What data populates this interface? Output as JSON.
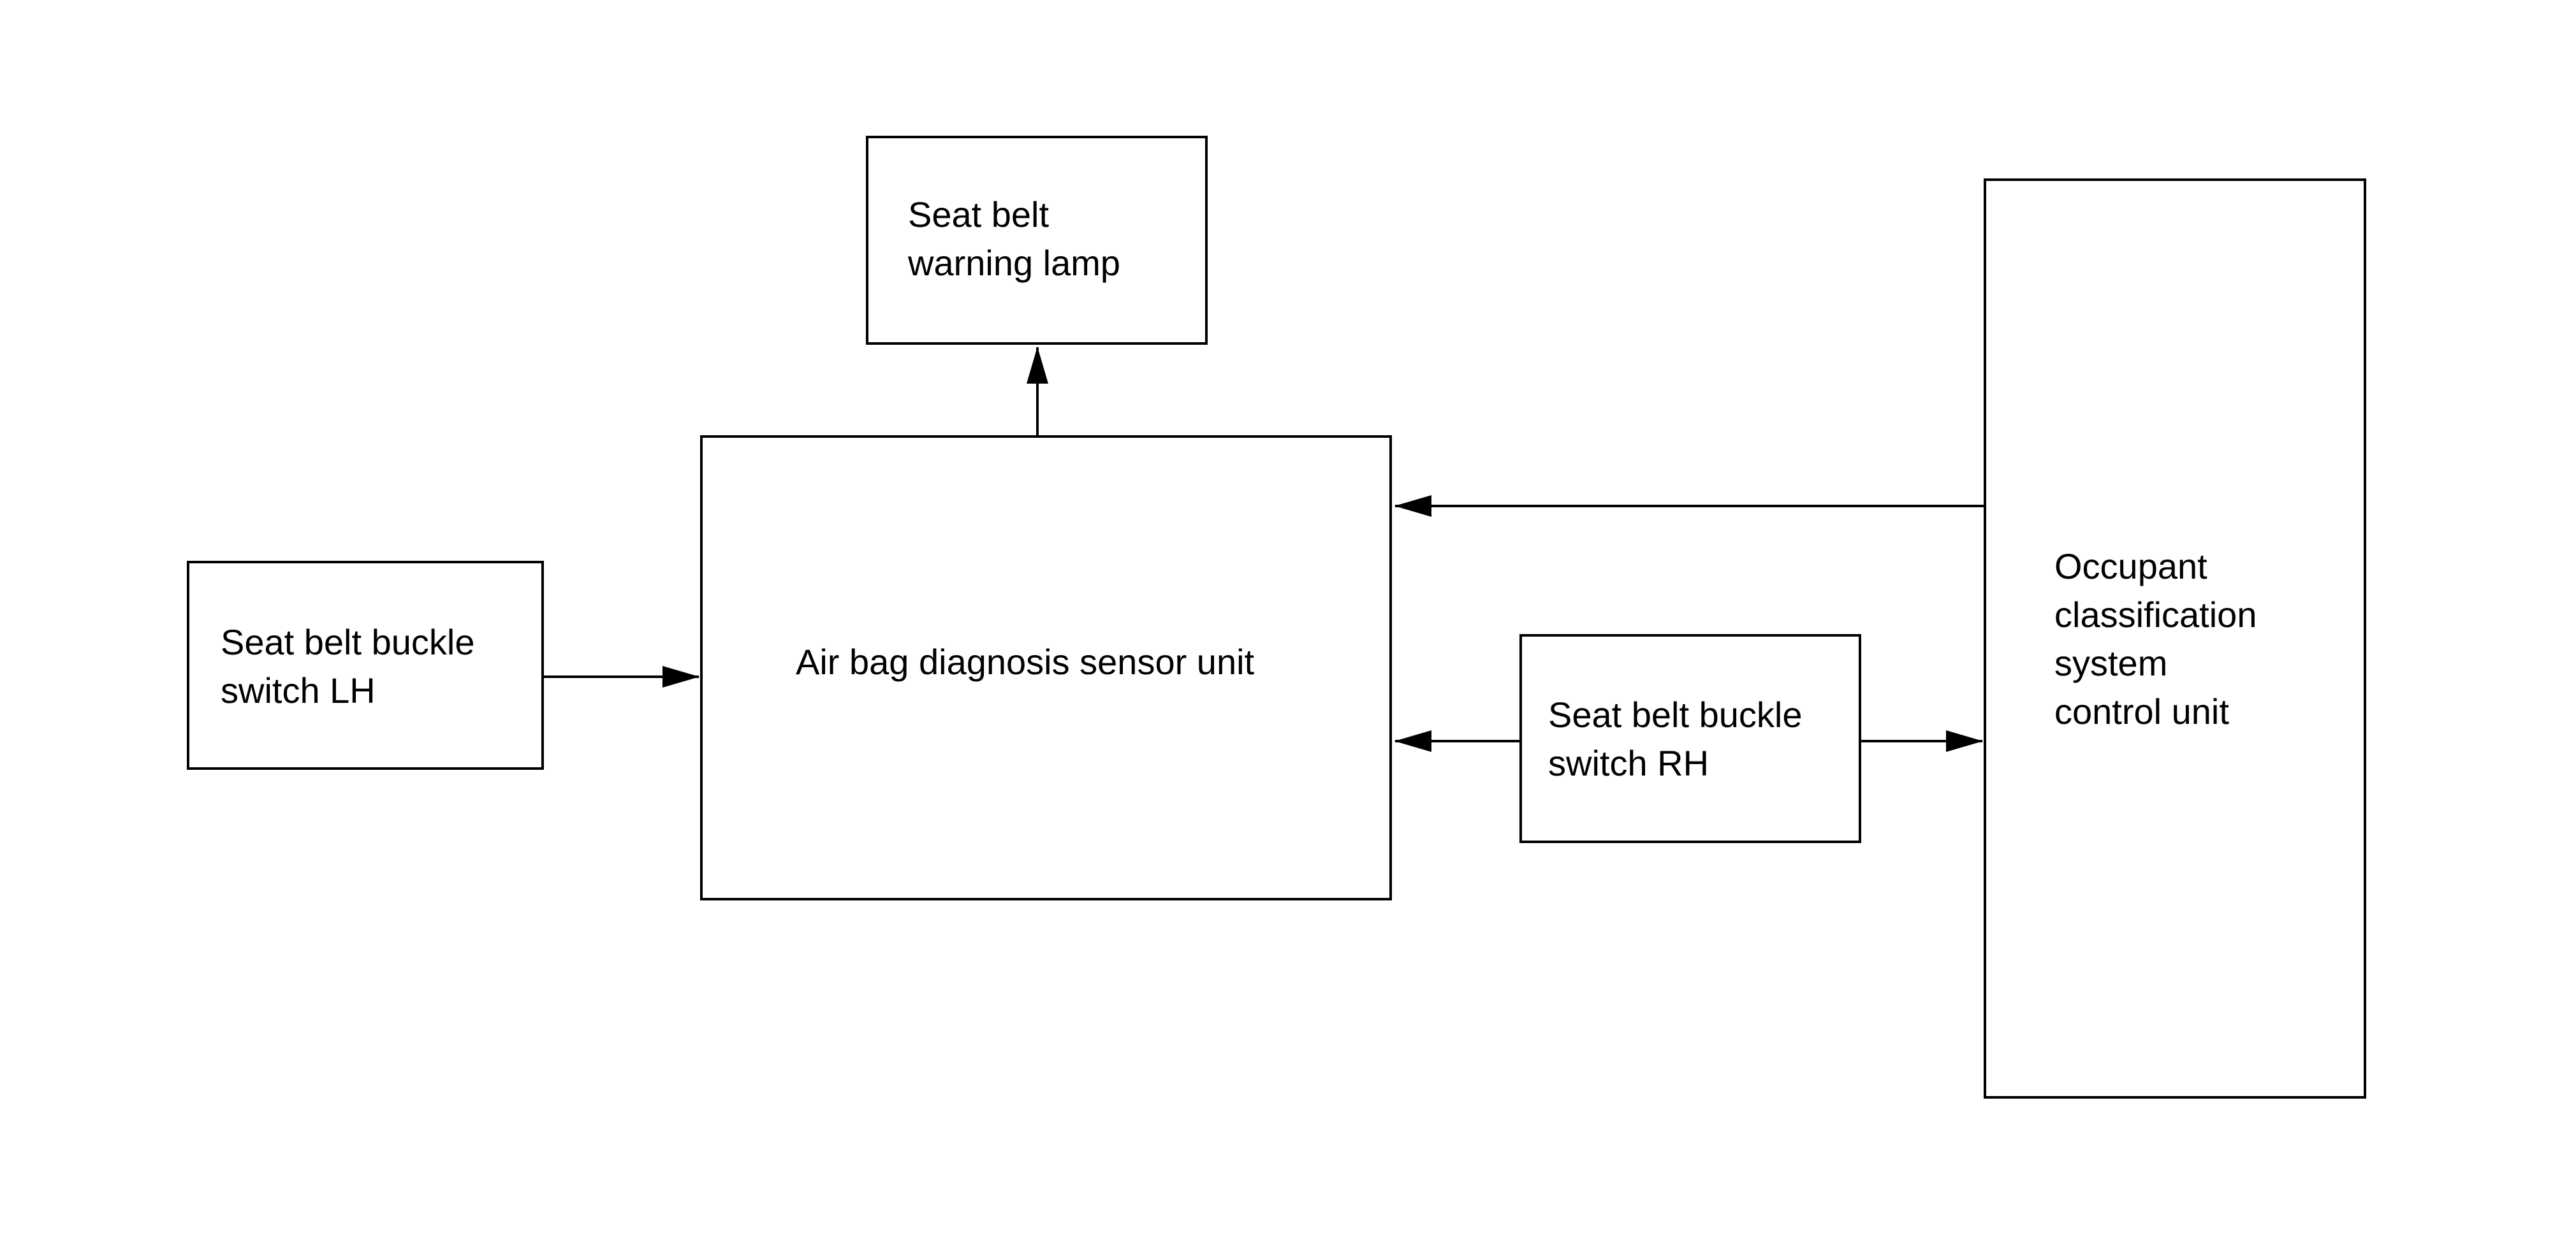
{
  "nodes": {
    "warning_lamp": {
      "lines": [
        "Seat belt",
        "warning lamp"
      ]
    },
    "airbag_sensor_unit": {
      "lines": [
        "Air bag diagnosis sensor unit"
      ]
    },
    "buckle_switch_lh": {
      "lines": [
        "Seat belt buckle",
        "switch LH"
      ]
    },
    "buckle_switch_rh": {
      "lines": [
        "Seat belt buckle",
        "switch RH"
      ]
    },
    "occupant_control_unit": {
      "lines": [
        "Occupant",
        "classification",
        "system",
        "control unit"
      ]
    }
  },
  "edges": [
    {
      "from": "airbag_sensor_unit",
      "to": "warning_lamp"
    },
    {
      "from": "buckle_switch_lh",
      "to": "airbag_sensor_unit"
    },
    {
      "from": "occupant_control_unit",
      "to": "airbag_sensor_unit"
    },
    {
      "from": "buckle_switch_rh",
      "to": "airbag_sensor_unit"
    },
    {
      "from": "buckle_switch_rh",
      "to": "occupant_control_unit"
    }
  ],
  "colors": {
    "line": "#000000",
    "background": "#ffffff",
    "text": "#000000"
  }
}
